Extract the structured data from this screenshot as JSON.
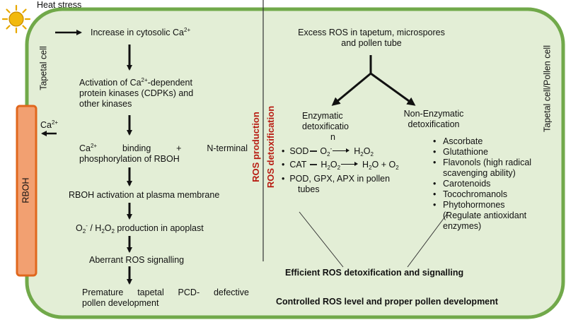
{
  "labels": {
    "heat_stress": "Heat stress",
    "tapetal_cell": "Tapetal cell",
    "tapetal_pollen_cell": "Tapetal cell/Pollen cell",
    "rboh": "RBOH",
    "ca_influx": "Ca",
    "ca_influx_sup": "2+",
    "ros_production": "ROS production",
    "ros_detoxification": "ROS detoxification"
  },
  "left_pathway": {
    "step1_prefix": "Increase in cytosolic Ca",
    "step1_sup": "2+",
    "step2_line1_prefix": "Activation of Ca",
    "step2_line1_sup": "2+",
    "step2_line1_suffix": "-dependent",
    "step2_line2": "protein kinases (CDPKs) and",
    "step2_line3": "other kinases",
    "step3_line1_ca": "Ca",
    "step3_line1_sup": "2+",
    "step3_line1_binding": "binding",
    "step3_line1_plus": "+",
    "step3_line1_nterm": "N-terminal",
    "step3_line2": "phosphorylation of RBOH",
    "step4": "RBOH activation at plasma membrane",
    "step5_o": "O",
    "step5_o_sub": "2",
    "step5_o_sup": "-",
    "step5_mid": " / H",
    "step5_h_sub1": "2",
    "step5_o2": "O",
    "step5_h_sub2": "2",
    "step5_suffix": " production in apoplast",
    "step6": "Aberrant ROS signalling",
    "step7_line1_w1": "Premature",
    "step7_line1_w2": "tapetal",
    "step7_line1_w3": "PCD-",
    "step7_line1_w4": "defective",
    "step7_line2": "pollen development"
  },
  "right_pathway": {
    "excess_line1": "Excess ROS in tapetum, microspores",
    "excess_line2": "and pollen tube",
    "enzymatic_line1": "Enzymatic",
    "enzymatic_line2": "detoxificatio",
    "enzymatic_line3": "n",
    "non_enzymatic_line1": "Non-Enzymatic",
    "non_enzymatic_line2": "detoxification",
    "enzymatic_items": {
      "sod": "SOD",
      "sod_o": "O",
      "sod_o_sub": "2",
      "sod_o_sup": "-",
      "sod_prod": "H",
      "sod_prod_sub": "2",
      "sod_prod_o": "O",
      "sod_prod_o_sub": "2",
      "cat": "CAT",
      "cat_h": "H",
      "cat_h_sub": "2",
      "cat_o": "O",
      "cat_o_sub": "2",
      "cat_prod": "H",
      "cat_prod_sub": "2",
      "cat_prod_o": "O + O",
      "cat_prod_o_sub": "2",
      "pod_line1": "POD, GPX, APX in pollen",
      "pod_line2": "tubes"
    },
    "non_enzymatic_items": [
      {
        "text": "Ascorbate"
      },
      {
        "text": "Glutathione"
      },
      {
        "text": "Flavonols (high radical"
      },
      {
        "text": "scavenging ability)",
        "cont": true
      },
      {
        "text": "Carotenoids"
      },
      {
        "text": "Tocochromanols"
      },
      {
        "text": "Phytohormones"
      },
      {
        "text": "(Regulate antioxidant",
        "cont": true
      },
      {
        "text": "enzymes)",
        "cont": true
      }
    ],
    "efficient": "Efficient ROS detoxification and signalling",
    "controlled": "Controlled ROS level and proper pollen development"
  },
  "colors": {
    "cell_fill": "#e3eed6",
    "cell_border": "#71a94a",
    "rboh_fill": "#f2a071",
    "rboh_border": "#e0671d",
    "sun": "#f2b90d",
    "ros_text": "#b81d13"
  }
}
